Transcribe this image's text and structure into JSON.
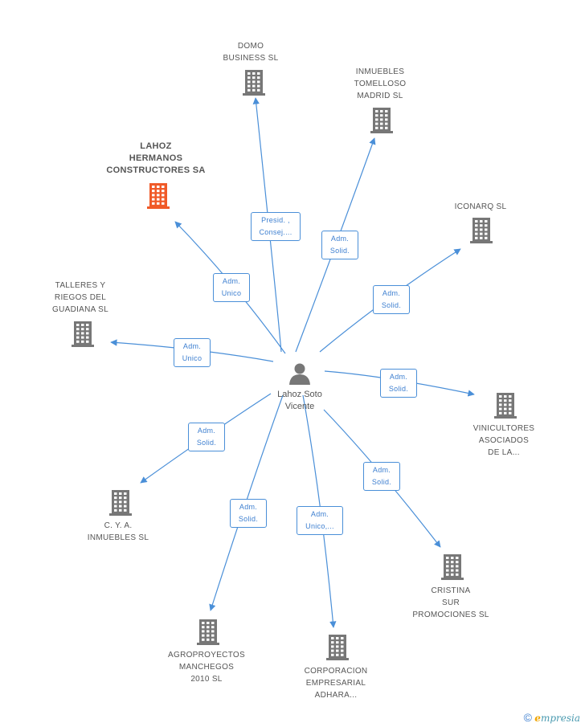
{
  "center": {
    "name": "Lahoz Soto\nVicente"
  },
  "colors": {
    "edge": "#4a8fd8",
    "building": "#777777",
    "focus_building": "#f05a28"
  },
  "companies": [
    {
      "id": "domo",
      "name": "DOMO\nBUSINESS SL",
      "role": "Presid. ,\nConsej....",
      "focus": false
    },
    {
      "id": "inmuebles-tomelloso",
      "name": "INMUEBLES\nTOMELLOSO\nMADRID SL",
      "role": "Adm.\nSolid.",
      "focus": false
    },
    {
      "id": "lahoz-hermanos",
      "name": "LAHOZ\nHERMANOS\nCONSTRUCTORES SA",
      "role": "Adm.\nUnico",
      "focus": true
    },
    {
      "id": "iconarq",
      "name": "ICONARQ SL",
      "role": "Adm.\nSolid.",
      "focus": false
    },
    {
      "id": "talleres",
      "name": "TALLERES Y\nRIEGOS DEL\nGUADIANA SL",
      "role": "Adm.\nUnico",
      "focus": false
    },
    {
      "id": "vinicultores",
      "name": "VINICULTORES\nASOCIADOS\nDE LA...",
      "role": "Adm.\nSolid.",
      "focus": false
    },
    {
      "id": "cya",
      "name": "C. Y. A.\nINMUEBLES SL",
      "role": "Adm.\nSolid.",
      "focus": false
    },
    {
      "id": "cristina",
      "name": "CRISTINA\nSUR\nPROMOCIONES SL",
      "role": "Adm.\nSolid.",
      "focus": false
    },
    {
      "id": "agroproyectos",
      "name": "AGROPROYECTOS\nMANCHEGOS\n2010 SL",
      "role": "Adm.\nSolid.",
      "focus": false
    },
    {
      "id": "corporacion",
      "name": "CORPORACION\nEMPRESARIAL\nADHARA...",
      "role": "Adm.\nUnico,...",
      "focus": false
    }
  ],
  "brand": {
    "copyright": "©",
    "e": "e",
    "rest": "mpresia"
  }
}
